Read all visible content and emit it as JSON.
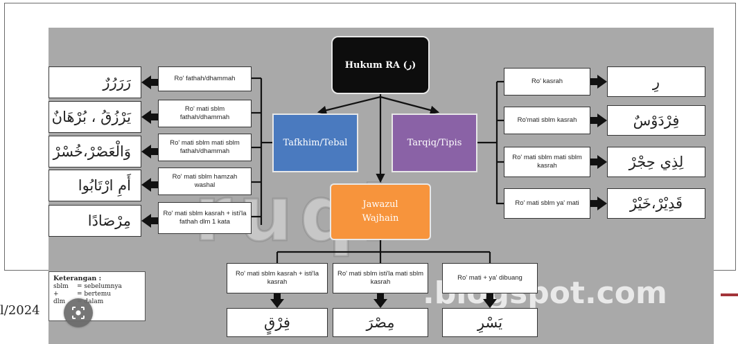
{
  "footer": {
    "date_fragment": "l/2024"
  },
  "colors": {
    "canvas": "#a9a9a9",
    "hukum": "#0d0d0d",
    "tafkhim": "#4a7abf",
    "tarqiq": "#8a62a6",
    "jawaz": "#f7943c",
    "footer_line": "#a3343a"
  },
  "watermark": {
    "big": "ruqi",
    "small": ".blogspot.com"
  },
  "center": {
    "root": "Hukum RA (ر)",
    "tafkhim": "Tafkhim/Tebal",
    "tarqiq": "Tarqiq/Tipis",
    "jawaz_line1": "Jawazul",
    "jawaz_line2": "Wajhain"
  },
  "left": {
    "rules": [
      "Ro' fathah/dhammah",
      "Ro' mati sblm fathah/dhammah",
      "Ro' mati sblm mati sblm fathah/dhammah",
      "Ro' mati sblm hamzah washal",
      "Ro' mati sblm kasrah + isti'la fathah dlm 1 kata"
    ],
    "examples": [
      "رَرَرُرٌ",
      "يَرْزُقُ ، بُرْهَانٌ",
      "وَالْعَصْرْ،خُسْرْ",
      "أَمِ ارْتَابُوا",
      "مِرْصَادًا"
    ]
  },
  "right": {
    "rules": [
      "Ro' kasrah",
      "Ro'mati sblm kasrah",
      "Ro' mati sblm mati sblm kasrah",
      "Ro' mati sblm ya' mati"
    ],
    "examples": [
      "رِ",
      "فِرْدَوْسٌ",
      "لِذِي حِجْرْ",
      "قَدِيْرْ،خَيْرْ"
    ]
  },
  "bottom": {
    "rules": [
      "Ro' mati sblm kasrah + isti'la kasrah",
      "Ro' mati sblm isti'la mati sblm kasrah",
      "Ro' mati + ya' dibuang"
    ],
    "examples": [
      "فِرْقٍ",
      "مِصْرَ",
      "يَسْرِ"
    ]
  },
  "legend": {
    "title": "Keterangan :",
    "items": [
      {
        "key": "sblm",
        "value": "= sebelumnya"
      },
      {
        "key": "+",
        "value": "= bertemu"
      },
      {
        "key": "dlm",
        "value": "= dalam"
      }
    ]
  }
}
